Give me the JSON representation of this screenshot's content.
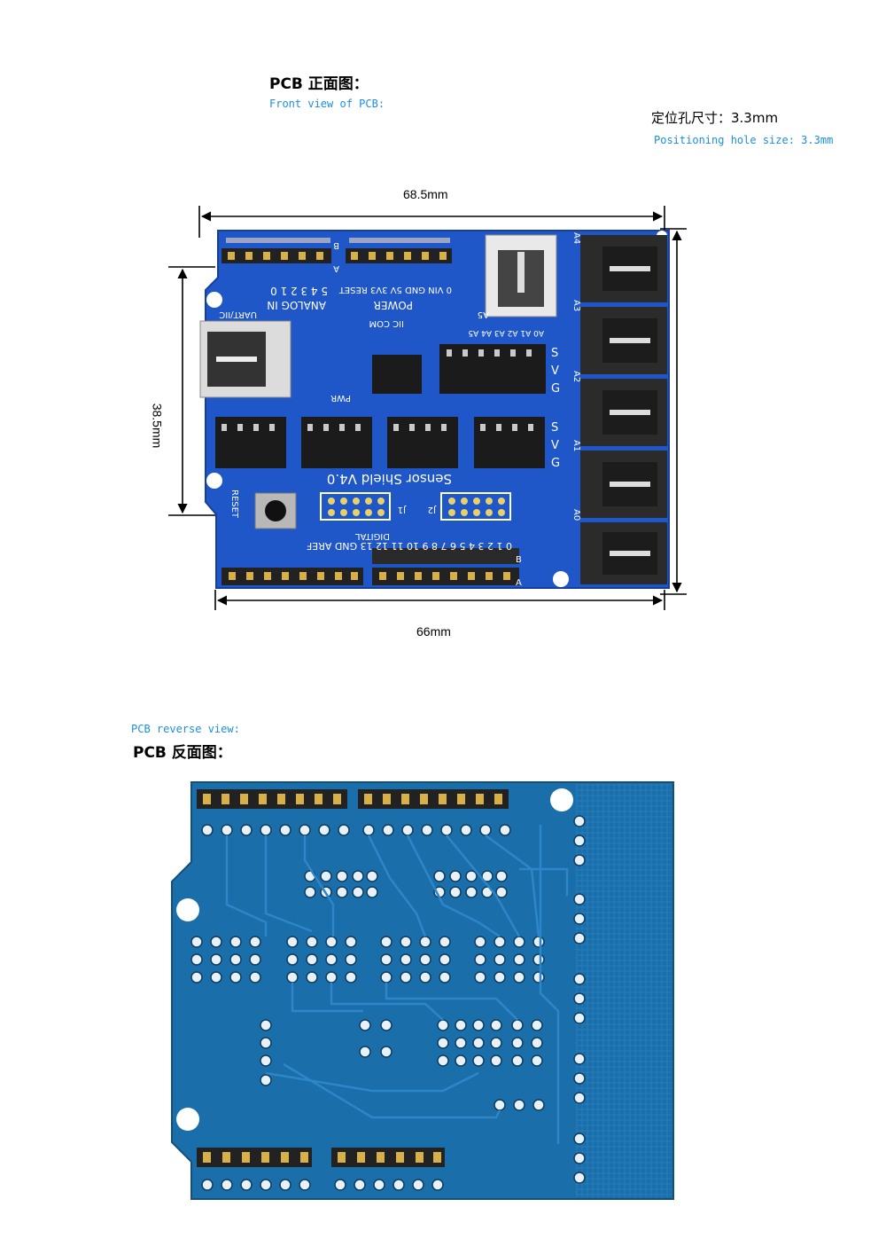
{
  "front": {
    "title_zh": "PCB 正面图：",
    "title_en": "Front view of PCB:",
    "hole_zh": "定位孔尺寸：3.3mm",
    "hole_en": "Positioning hole size: 3.3mm",
    "dim_top": "68.5mm",
    "dim_bottom": "66mm",
    "dim_left": "38.5mm",
    "board_labels": {
      "analog_in": "ANALOG IN",
      "analog_pins": "5 4 3 2 1 0",
      "power": "POWER",
      "power_pins": "0 VIN GND 5V 3V3 RESET",
      "sensor_shield": "Sensor Shield V4.0",
      "digital": "DIGITAL",
      "digital_pins": "0 1 2 3 4 5 6 7 8 9 10 11 12 13 GND AREF",
      "reset": "RESET",
      "i2c_com": "IIC COM",
      "pwr": "PWR",
      "a5": "A5",
      "uart_iic": "UART/IIC",
      "j1": "J1",
      "j2": "J2",
      "hdr_a": "A",
      "hdr_b": "B",
      "analog_row": "A0 A1 A2 A3 A4 A5",
      "a_labels": [
        "A4",
        "A3",
        "A2",
        "A1",
        "A0"
      ],
      "sgv": [
        "S",
        "V",
        "G"
      ]
    }
  },
  "reverse": {
    "title_en": "PCB reverse view:",
    "title_zh": "PCB 反面图："
  },
  "colors": {
    "pcb_front": "#1f56c8",
    "pcb_back": "#1a6eaa",
    "accent_text": "#1a8fe0",
    "connector": "#2a2a2a"
  }
}
